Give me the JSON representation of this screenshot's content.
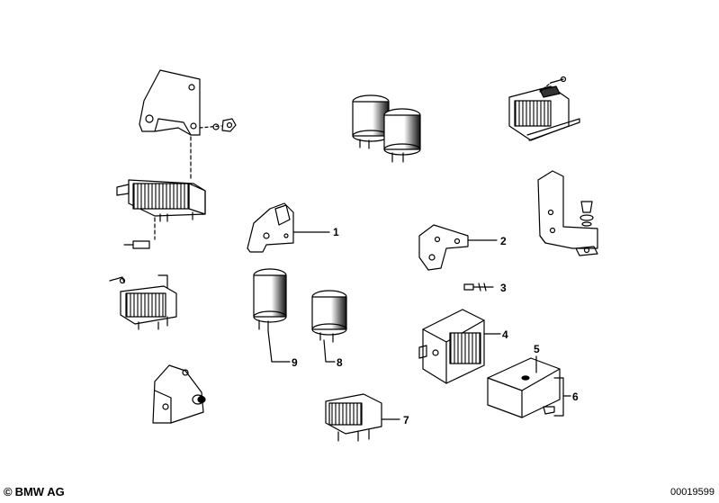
{
  "callouts": [
    {
      "id": "1",
      "label": "1"
    },
    {
      "id": "2",
      "label": "2"
    },
    {
      "id": "3",
      "label": "3"
    },
    {
      "id": "4",
      "label": "4"
    },
    {
      "id": "5",
      "label": "5"
    },
    {
      "id": "6",
      "label": "6"
    },
    {
      "id": "7",
      "label": "7"
    },
    {
      "id": "8",
      "label": "8"
    },
    {
      "id": "9",
      "label": "9"
    }
  ],
  "footer": {
    "copyright_symbol": "©",
    "brand": "BMW AG",
    "drawing_number": "00019599"
  }
}
